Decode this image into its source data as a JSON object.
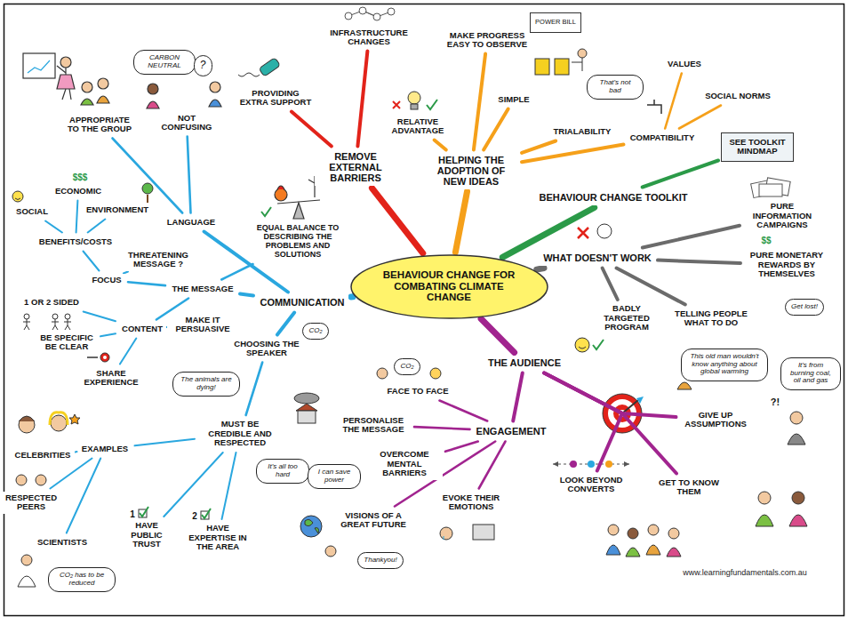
{
  "diagram": {
    "nodes": [
      {
        "text": [
          "BEHAVIOUR CHANGE FOR COMBATING CLIMATE CHANGE"
        ]
      },
      {
        "text": [
          "COMMUNICATION"
        ]
      },
      {
        "text": [
          "LANGUAGE"
        ]
      },
      {
        "text": [
          "APPROPRIATE TO THE GROUP"
        ]
      },
      {
        "text": [
          "NOT CONFUSING"
        ]
      },
      {
        "text": [
          "THE MESSAGE"
        ]
      },
      {
        "text": [
          "FOCUS"
        ]
      },
      {
        "text": [
          "BENEFITS/COSTS"
        ]
      },
      {
        "text": [
          "ECONOMIC"
        ]
      },
      {
        "text": [
          "SOCIAL"
        ]
      },
      {
        "text": [
          "ENVIRONMENT"
        ]
      },
      {
        "text": [
          "THREATENING MESSAGE ?"
        ]
      },
      {
        "text": [
          "EQUAL BALANCE TO DESCRIBING THE PROBLEMS AND SOLUTIONS"
        ]
      },
      {
        "text": [
          "CONTENT"
        ]
      },
      {
        "text": [
          "1 OR 2 SIDED"
        ]
      },
      {
        "text": [
          "MAKE IT PERSUASIVE"
        ]
      },
      {
        "text": [
          "BE SPECIFIC BE CLEAR"
        ]
      },
      {
        "text": [
          "SHARE EXPERIENCE"
        ]
      },
      {
        "text": [
          "CHOOSING THE SPEAKER"
        ]
      },
      {
        "text": [
          "MUST BE CREDIBLE AND RESPECTED"
        ]
      },
      {
        "text": [
          "EXAMPLES"
        ]
      },
      {
        "text": [
          "CELEBRITIES"
        ]
      },
      {
        "text": [
          "RESPECTED PEERS"
        ]
      },
      {
        "text": [
          "SCIENTISTS"
        ]
      },
      {
        "text": [
          "HAVE PUBLIC TRUST"
        ]
      },
      {
        "text": [
          "HAVE EXPERTISE IN THE AREA"
        ]
      },
      {
        "text": [
          "REMOVE EXTERNAL BARRIERS"
        ]
      },
      {
        "text": [
          "INFRASTRUCTURE CHANGES"
        ]
      },
      {
        "text": [
          "PROVIDING EXTRA SUPPORT"
        ]
      },
      {
        "text": [
          "HELPING THE ADOPTION OF NEW IDEAS"
        ]
      },
      {
        "text": [
          "RELATIVE ADVANTAGE"
        ]
      },
      {
        "text": [
          "SIMPLE"
        ]
      },
      {
        "text": [
          "MAKE PROGRESS EASY TO OBSERVE"
        ]
      },
      {
        "text": [
          "TRIALABILITY"
        ]
      },
      {
        "text": [
          "COMPATIBILITY"
        ]
      },
      {
        "text": [
          "VALUES"
        ]
      },
      {
        "text": [
          "SOCIAL NORMS"
        ]
      },
      {
        "text": [
          "BEHAVIOUR CHANGE TOOLKIT"
        ]
      },
      {
        "text": [
          "SEE TOOLKIT MINDMAP"
        ]
      },
      {
        "text": [
          "WHAT DOESN'T WORK"
        ]
      },
      {
        "text": [
          "PURE INFORMATION CAMPAIGNS"
        ]
      },
      {
        "text": [
          "PURE MONETARY REWARDS BY THEMSELVES"
        ]
      },
      {
        "text": [
          "TELLING PEOPLE WHAT TO DO"
        ]
      },
      {
        "text": [
          "BADLY TARGETED PROGRAM"
        ]
      },
      {
        "text": [
          "THE AUDIENCE"
        ]
      },
      {
        "text": [
          "GIVE UP ASSUMPTIONS"
        ]
      },
      {
        "text": [
          "GET TO KNOW THEM"
        ]
      },
      {
        "text": [
          "LOOK BEYOND CONVERTS"
        ]
      },
      {
        "text": [
          "ENGAGEMENT"
        ]
      },
      {
        "text": [
          "FACE TO FACE"
        ]
      },
      {
        "text": [
          "PERSONALISE THE MESSAGE"
        ]
      },
      {
        "text": [
          "OVERCOME MENTAL BARRIERS"
        ]
      },
      {
        "text": [
          "EVOKE THEIR EMOTIONS"
        ]
      },
      {
        "text": [
          "VISIONS OF A GREAT FUTURE"
        ]
      },
      {
        "text": [
          "CARBON NEUTRAL"
        ]
      },
      {
        "text": [
          "?"
        ]
      },
      {
        "text": [
          "The animals are dying!"
        ]
      },
      {
        "text": [
          "CO₂"
        ]
      },
      {
        "text": [
          "CO₂ has to be reduced"
        ]
      },
      {
        "text": [
          "POWER BILL"
        ]
      },
      {
        "text": [
          "That's not bad"
        ]
      },
      {
        "text": [
          "Get lost!"
        ]
      },
      {
        "text": [
          "CO₂"
        ]
      },
      {
        "text": [
          "It's all too hard"
        ]
      },
      {
        "text": [
          "I can save power"
        ]
      },
      {
        "text": [
          "Thankyou!"
        ]
      },
      {
        "text": [
          "This old man wouldn't know anything about global warming"
        ]
      },
      {
        "text": [
          "It's from burning coal, oil and gas"
        ]
      }
    ],
    "edges": [
      {
        "from": 0,
        "to": 1,
        "arrow": "none"
      },
      {
        "from": 1,
        "to": 2,
        "arrow": "none"
      },
      {
        "from": 2,
        "to": 3,
        "arrow": "none"
      },
      {
        "from": 2,
        "to": 4,
        "arrow": "none"
      },
      {
        "from": 1,
        "to": 5,
        "arrow": "none"
      },
      {
        "from": 5,
        "to": 6,
        "arrow": "none"
      },
      {
        "from": 6,
        "to": 7,
        "arrow": "none"
      },
      {
        "from": 7,
        "to": 8,
        "arrow": "none"
      },
      {
        "from": 7,
        "to": 9,
        "arrow": "none"
      },
      {
        "from": 7,
        "to": 10,
        "arrow": "none"
      },
      {
        "from": 6,
        "to": 11,
        "arrow": "none"
      },
      {
        "from": 5,
        "to": 12,
        "arrow": "none"
      },
      {
        "from": 5,
        "to": 13,
        "arrow": "none"
      },
      {
        "from": 13,
        "to": 14,
        "arrow": "none"
      },
      {
        "from": 13,
        "to": 15,
        "arrow": "none"
      },
      {
        "from": 13,
        "to": 16,
        "arrow": "none"
      },
      {
        "from": 13,
        "to": 17,
        "arrow": "none"
      },
      {
        "from": 1,
        "to": 18,
        "arrow": "none"
      },
      {
        "from": 18,
        "to": 19,
        "arrow": "none"
      },
      {
        "from": 19,
        "to": 20,
        "arrow": "none"
      },
      {
        "from": 20,
        "to": 21,
        "arrow": "none"
      },
      {
        "from": 20,
        "to": 22,
        "arrow": "none"
      },
      {
        "from": 20,
        "to": 23,
        "arrow": "none"
      },
      {
        "from": 19,
        "to": 24,
        "arrow": "none"
      },
      {
        "from": 19,
        "to": 25,
        "arrow": "none"
      },
      {
        "from": 0,
        "to": 26,
        "arrow": "none"
      },
      {
        "from": 26,
        "to": 27,
        "arrow": "none"
      },
      {
        "from": 26,
        "to": 28,
        "arrow": "none"
      },
      {
        "from": 0,
        "to": 29,
        "arrow": "none"
      },
      {
        "from": 29,
        "to": 30,
        "arrow": "none"
      },
      {
        "from": 29,
        "to": 31,
        "arrow": "none"
      },
      {
        "from": 29,
        "to": 32,
        "arrow": "none"
      },
      {
        "from": 29,
        "to": 33,
        "arrow": "none"
      },
      {
        "from": 29,
        "to": 34,
        "arrow": "none"
      },
      {
        "from": 34,
        "to": 35,
        "arrow": "none"
      },
      {
        "from": 34,
        "to": 36,
        "arrow": "none"
      },
      {
        "from": 0,
        "to": 37,
        "arrow": "none"
      },
      {
        "from": 37,
        "to": 38,
        "arrow": "none"
      },
      {
        "from": 0,
        "to": 39,
        "arrow": "none"
      },
      {
        "from": 39,
        "to": 40,
        "arrow": "none"
      },
      {
        "from": 39,
        "to": 41,
        "arrow": "none"
      },
      {
        "from": 39,
        "to": 42,
        "arrow": "none"
      },
      {
        "from": 39,
        "to": 43,
        "arrow": "none"
      },
      {
        "from": 0,
        "to": 44,
        "arrow": "none"
      },
      {
        "from": 44,
        "to": 45,
        "arrow": "none"
      },
      {
        "from": 44,
        "to": 46,
        "arrow": "none"
      },
      {
        "from": 44,
        "to": 47,
        "arrow": "none"
      },
      {
        "from": 44,
        "to": 48,
        "arrow": "none"
      },
      {
        "from": 48,
        "to": 49,
        "arrow": "none"
      },
      {
        "from": 48,
        "to": 50,
        "arrow": "none"
      },
      {
        "from": 48,
        "to": 51,
        "arrow": "none"
      },
      {
        "from": 48,
        "to": 52,
        "arrow": "none"
      },
      {
        "from": 48,
        "to": 53,
        "arrow": "none"
      }
    ],
    "labels": [
      "$$$",
      "1",
      "2",
      "$$",
      "?!",
      "www.learningfundamentals.com.au"
    ]
  }
}
